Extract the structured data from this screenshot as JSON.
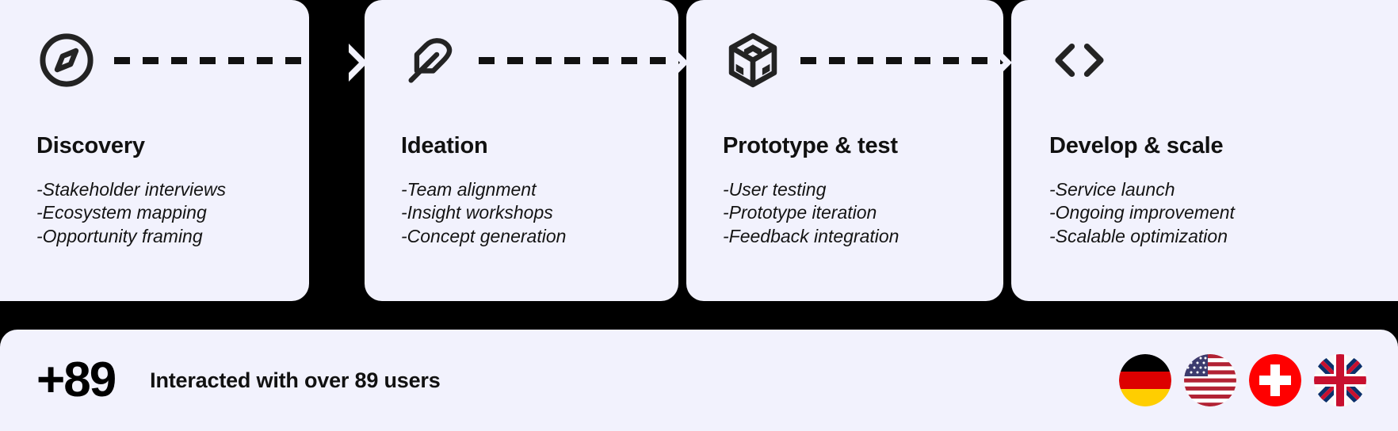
{
  "process": {
    "steps": [
      {
        "icon": "compass-icon",
        "title": "Discovery",
        "items": [
          "-Stakeholder interviews",
          "-Ecosystem mapping",
          "-Opportunity framing"
        ]
      },
      {
        "icon": "feather-icon",
        "title": "Ideation",
        "items": [
          "-Team alignment",
          "-Insight workshops",
          "-Concept generation"
        ]
      },
      {
        "icon": "cube-icon",
        "title": "Prototype & test",
        "items": [
          "-User testing",
          "-Prototype iteration",
          "-Feedback integration"
        ]
      },
      {
        "icon": "code-brackets-icon",
        "title": "Develop & scale",
        "items": [
          "-Service launch",
          "-Ongoing improvement",
          "-Scalable optimization"
        ]
      }
    ],
    "connector": "dashed-line",
    "arrow": "chevron-right-icon"
  },
  "stats": {
    "number": "+89",
    "caption": "Interacted with over 89 users",
    "flags": [
      {
        "name": "germany",
        "label": "Germany"
      },
      {
        "name": "usa",
        "label": "United States"
      },
      {
        "name": "switzerland",
        "label": "Switzerland"
      },
      {
        "name": "uk",
        "label": "United Kingdom"
      }
    ]
  },
  "colors": {
    "card_background": "#f2f2fd",
    "page_background": "#000000",
    "ink": "#111111"
  }
}
